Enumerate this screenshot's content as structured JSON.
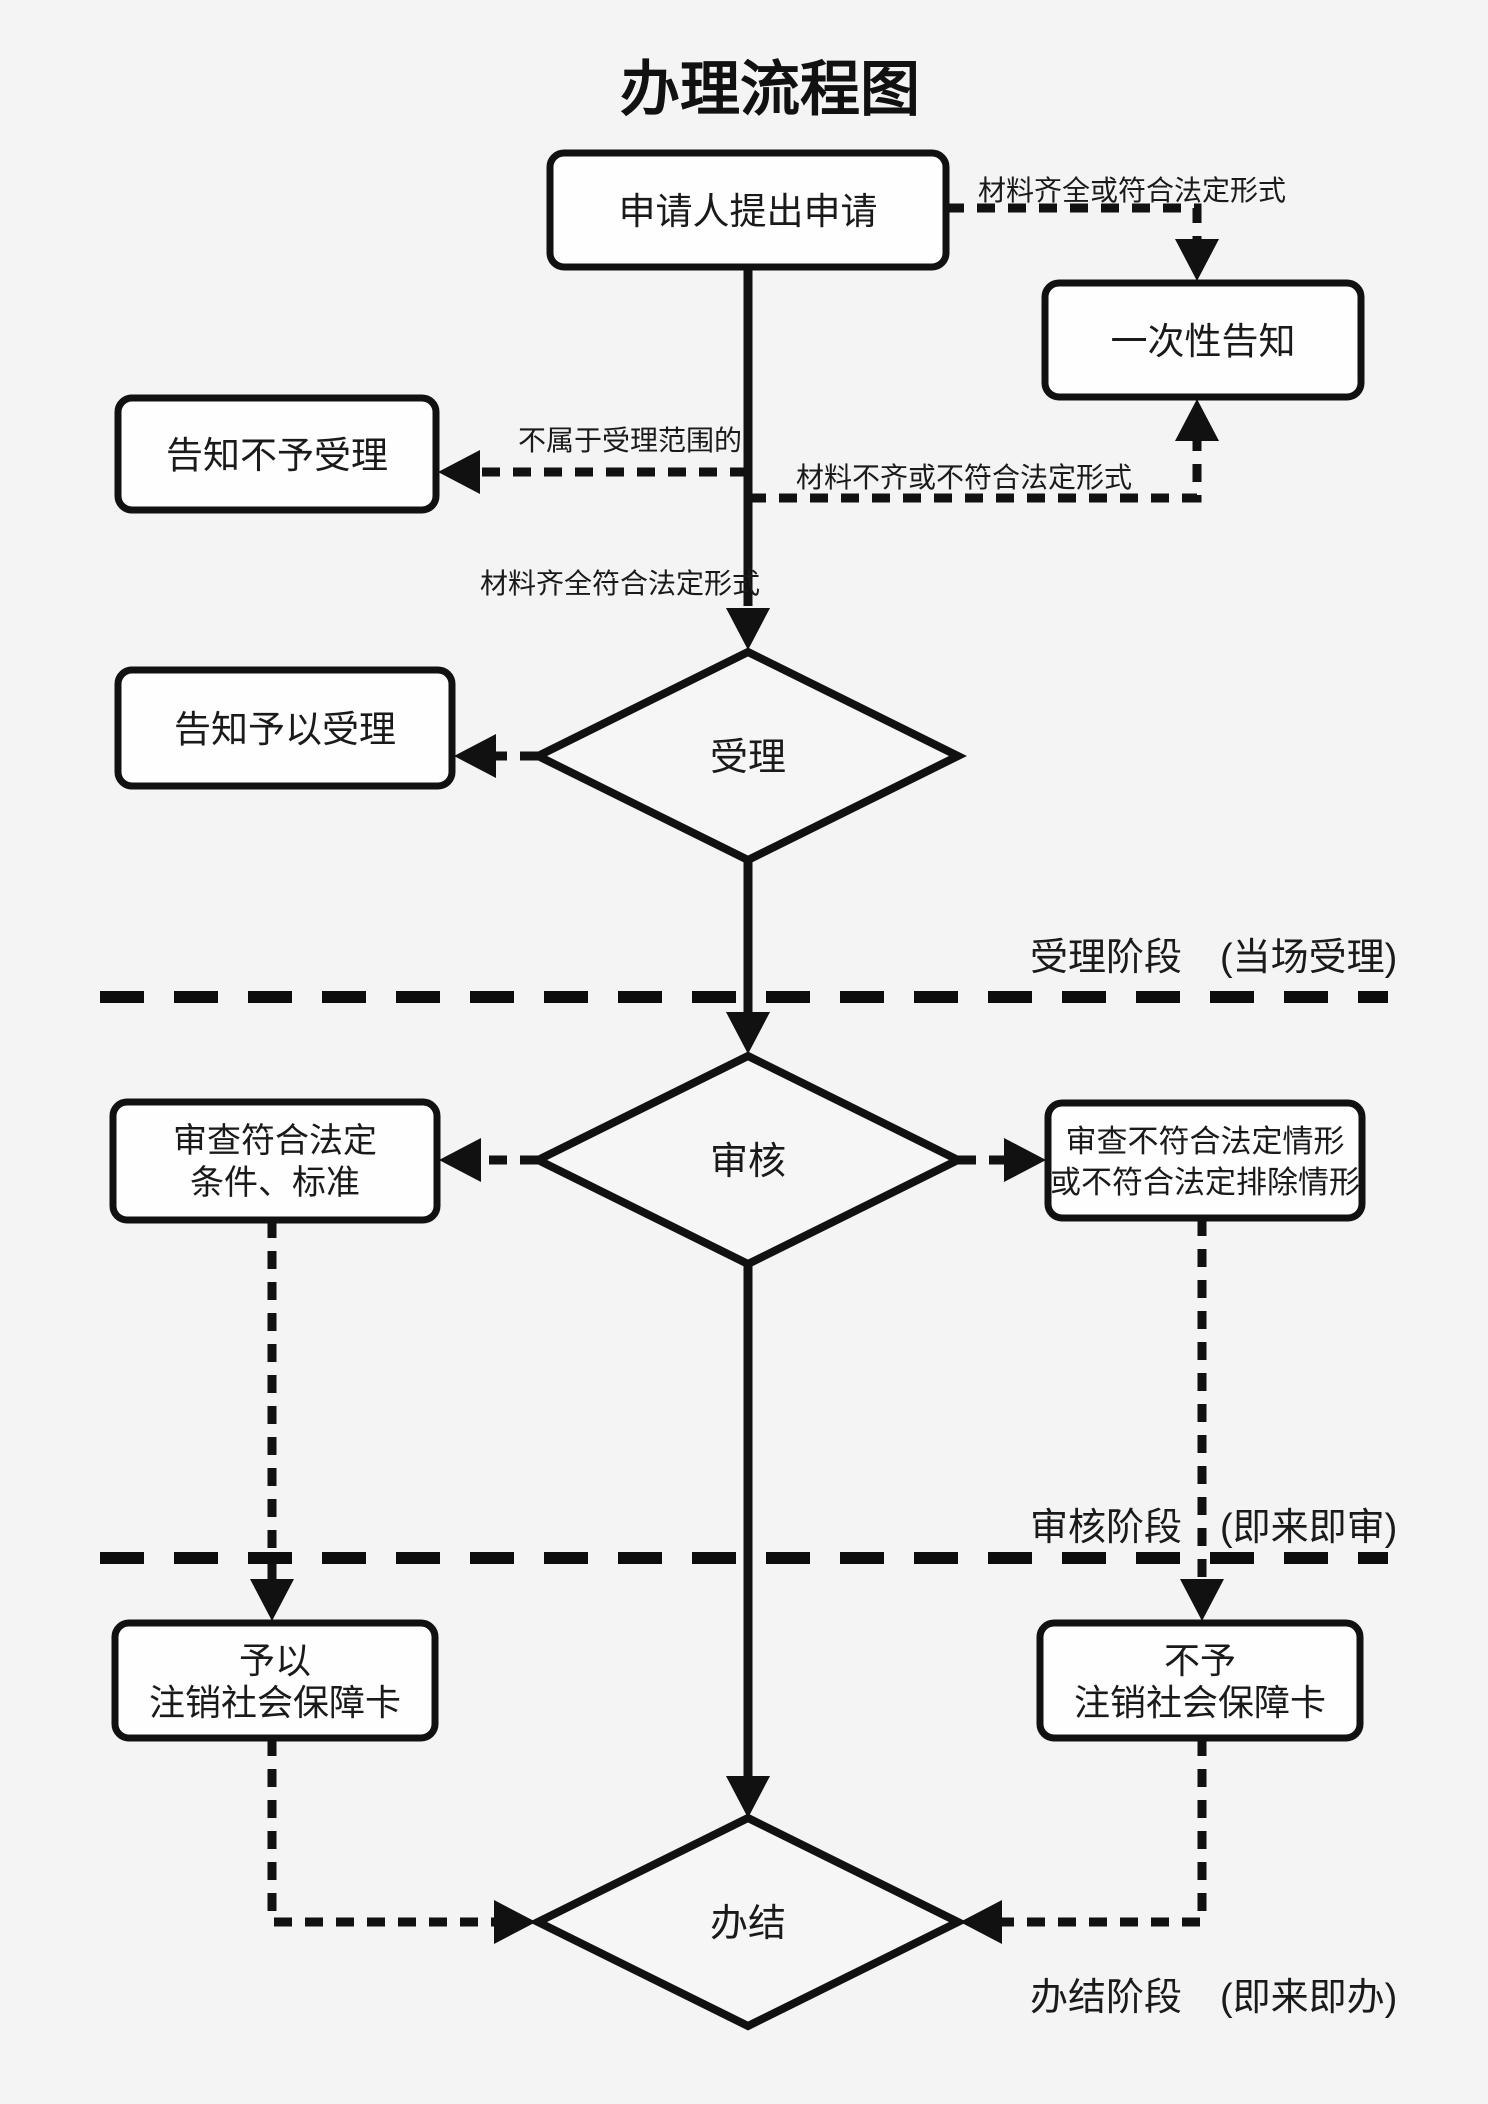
{
  "title": "办理流程图",
  "colors": {
    "background": "#f5f4f4",
    "stroke": "#111111",
    "box_fill": "#fefefe",
    "text": "#1a1a1a"
  },
  "nodes": {
    "apply": {
      "label": "申请人提出申请"
    },
    "one_time_notice": {
      "label": "一次性告知"
    },
    "notify_reject": {
      "label": "告知不予受理"
    },
    "notify_accept": {
      "label": "告知予以受理"
    },
    "accept_diamond": {
      "label": "受理"
    },
    "review_diamond": {
      "label": "审核"
    },
    "review_pass": {
      "lines": [
        "审查符合法定",
        "条件、标准"
      ]
    },
    "review_fail": {
      "lines": [
        "审查不符合法定情形",
        "或不符合法定排除情形"
      ]
    },
    "cancel_yes": {
      "lines": [
        "予以",
        "注销社会保障卡"
      ]
    },
    "cancel_no": {
      "lines": [
        "不予",
        "注销社会保障卡"
      ]
    },
    "finish_diamond": {
      "label": "办结"
    }
  },
  "edge_labels": {
    "complete_or_legal": "材料齐全或符合法定形式",
    "not_in_scope": "不属于受理范围的",
    "incomplete_or_illegal": "材料不齐或不符合法定形式",
    "complete_legal": "材料齐全符合法定形式"
  },
  "stage_labels": {
    "accept_stage": "受理阶段　(当场受理)",
    "review_stage": "审核阶段　(即来即审)",
    "finish_stage": "办结阶段　(即来即办)"
  }
}
